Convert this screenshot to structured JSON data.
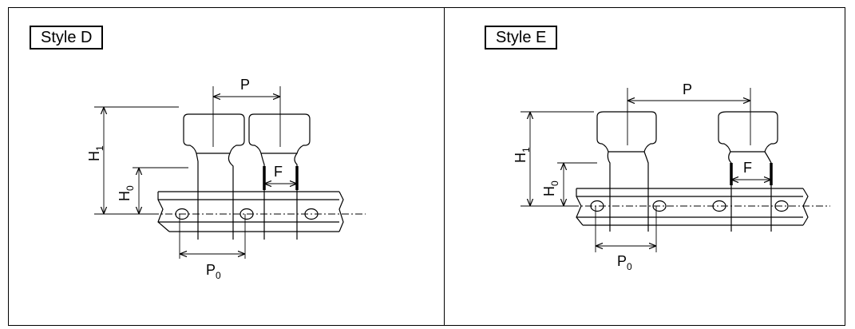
{
  "panels": [
    {
      "title": "Style D",
      "labels": {
        "P": "P",
        "F": "F",
        "H1_main": "H",
        "H1_sub": "1",
        "H0_main": "H",
        "H0_sub": "0",
        "P0_main": "P",
        "P0_sub": "0"
      }
    },
    {
      "title": "Style E",
      "labels": {
        "P": "P",
        "F": "F",
        "H1_main": "H",
        "H1_sub": "1",
        "H0_main": "H",
        "H0_sub": "0",
        "P0_main": "P",
        "P0_sub": "0"
      }
    }
  ],
  "colors": {
    "line": "#000000",
    "background": "#ffffff"
  }
}
